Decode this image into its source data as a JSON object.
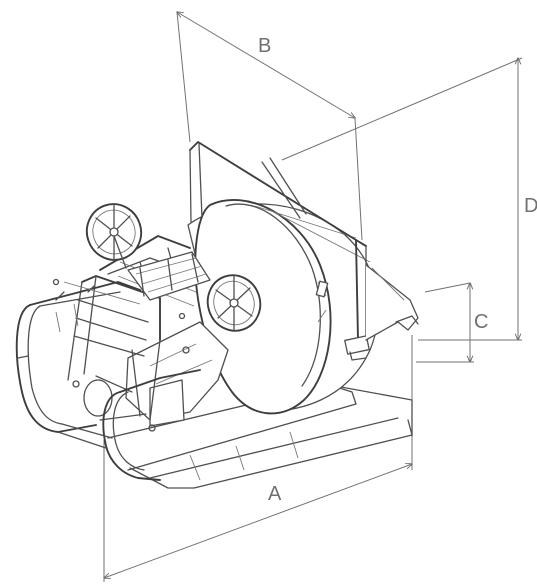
{
  "diagram": {
    "dimensions": [
      {
        "id": "A",
        "label": "A"
      },
      {
        "id": "B",
        "label": "B"
      },
      {
        "id": "C",
        "label": "C"
      },
      {
        "id": "D",
        "label": "D"
      }
    ]
  },
  "colors": {
    "line": "#4f5050",
    "dimension": "#707171",
    "background": "#ffffff"
  }
}
